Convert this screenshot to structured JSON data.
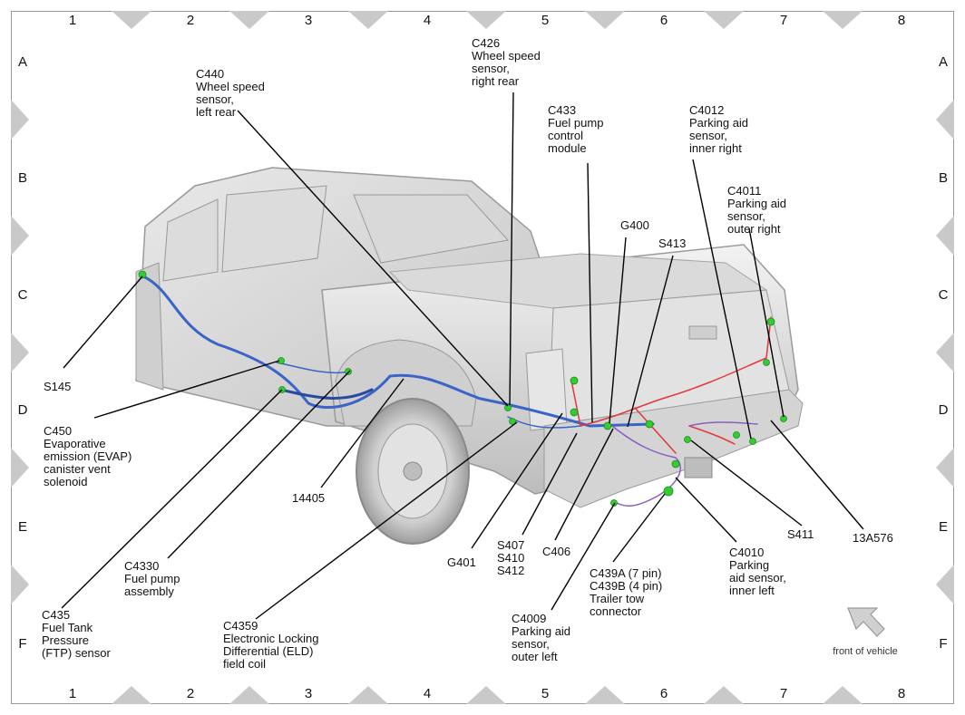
{
  "grid": {
    "columns": [
      "1",
      "2",
      "3",
      "4",
      "5",
      "6",
      "7",
      "8"
    ],
    "rows": [
      "A",
      "B",
      "C",
      "D",
      "E",
      "F"
    ]
  },
  "callouts": [
    {
      "id": "c440",
      "lines": [
        "C440",
        "Wheel speed",
        "sensor,",
        "left rear"
      ]
    },
    {
      "id": "c426",
      "lines": [
        "C426",
        "Wheel speed",
        "sensor,",
        "right rear"
      ]
    },
    {
      "id": "c433",
      "lines": [
        "C433",
        "Fuel pump",
        "control",
        "module"
      ]
    },
    {
      "id": "c4012",
      "lines": [
        "C4012",
        "Parking aid",
        "sensor,",
        "inner right"
      ]
    },
    {
      "id": "c4011",
      "lines": [
        "C4011",
        "Parking aid",
        "sensor,",
        "outer right"
      ]
    },
    {
      "id": "g400",
      "lines": [
        "G400"
      ]
    },
    {
      "id": "s413",
      "lines": [
        "S413"
      ]
    },
    {
      "id": "s145",
      "lines": [
        "S145"
      ]
    },
    {
      "id": "c450",
      "lines": [
        "C450",
        "Evaporative",
        "emission (EVAP)",
        "canister vent",
        "solenoid"
      ]
    },
    {
      "id": "p14405",
      "lines": [
        "14405"
      ]
    },
    {
      "id": "c4330",
      "lines": [
        "C4330",
        "Fuel pump",
        "assembly"
      ]
    },
    {
      "id": "c435",
      "lines": [
        "C435",
        "Fuel Tank",
        "Pressure",
        "(FTP) sensor"
      ]
    },
    {
      "id": "c4359",
      "lines": [
        "C4359",
        "Electronic Locking",
        "Differential (ELD)",
        "field coil"
      ]
    },
    {
      "id": "g401",
      "lines": [
        "G401"
      ]
    },
    {
      "id": "s407",
      "lines": [
        "S407",
        "S410",
        "S412"
      ]
    },
    {
      "id": "c406",
      "lines": [
        "C406"
      ]
    },
    {
      "id": "c4009",
      "lines": [
        "C4009",
        "Parking aid",
        "sensor,",
        "outer left"
      ]
    },
    {
      "id": "c439",
      "lines": [
        "C439A (7 pin)",
        "C439B (4 pin)",
        "Trailer tow",
        "connector"
      ]
    },
    {
      "id": "c4010",
      "lines": [
        "C4010",
        "Parking",
        "aid sensor,",
        "inner left"
      ]
    },
    {
      "id": "s411",
      "lines": [
        "S411"
      ]
    },
    {
      "id": "p13a576",
      "lines": [
        "13A576"
      ]
    }
  ],
  "front_label": "front of vehicle",
  "colors": {
    "harness_blue": "#3a64c8",
    "harness_red": "#e0383a",
    "harness_purple": "#8a5cc0",
    "connector_green": "#33cc33"
  }
}
